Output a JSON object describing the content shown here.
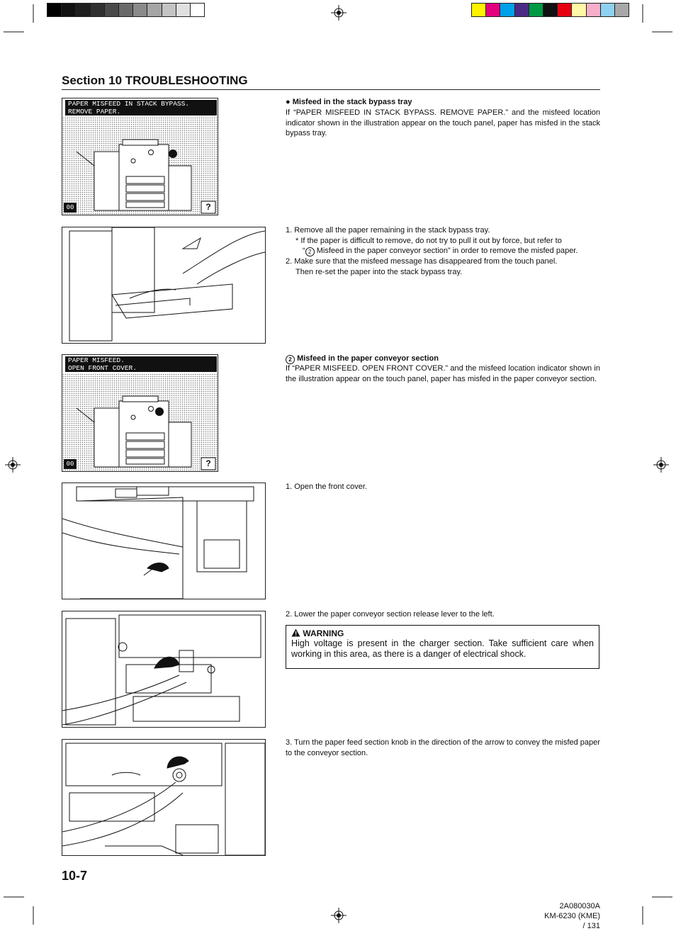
{
  "colors": {
    "grayscale": [
      "#000000",
      "#111111",
      "#1e1e1e",
      "#303030",
      "#4a4a4a",
      "#6a6a6a",
      "#8a8a8a",
      "#a6a6a6",
      "#c4c4c4",
      "#e0e0e0",
      "#ffffff"
    ],
    "process": [
      "#fff200",
      "#e4007f",
      "#00a0e9",
      "#4b2a86",
      "#009944",
      "#111111",
      "#e60012",
      "#fff8a6",
      "#f7aec8",
      "#8fd1f0",
      "#a8a8a8"
    ]
  },
  "section_title": "Section 10  TROUBLESHOOTING",
  "stack_bypass": {
    "heading": "Misfeed in the stack bypass tray",
    "bullet": "●",
    "description": "If “PAPER MISFEED IN STACK BYPASS. REMOVE PAPER.” and the misfeed location indicator shown in the illustration appear on the touch panel, paper has misfed in the stack bypass tray.",
    "panel_line1": "PAPER MISFEED IN STACK BYPASS.",
    "panel_line2": "REMOVE PAPER.",
    "step1": "1. Remove all the paper remaining in the stack bypass tray.",
    "note_a": "* If the paper is difficult to remove, do not try to pull it out by force, but refer to",
    "note_b_pre": "“",
    "note_b_num": "2",
    "note_b_post": " Misfeed in the paper conveyor section”  in order to remove the misfed paper.",
    "step2": "2. Make sure that the misfeed message has disappeared from the touch panel.",
    "step2b": "Then re-set the paper into the stack bypass tray."
  },
  "conveyor": {
    "heading_num": "2",
    "heading": "Misfeed in the paper conveyor section",
    "description": "If “PAPER MISFEED. OPEN FRONT COVER.” and the misfeed location indicator shown in the illustration appear on the touch panel, paper has misfed in the paper conveyor section.",
    "panel_line1": "PAPER MISFEED.",
    "panel_line2": "OPEN FRONT COVER.",
    "step1": "1. Open the front cover.",
    "step2": "2. Lower the paper conveyor section release lever to the left.",
    "warning_title": "WARNING",
    "warning_text": "High voltage is present in the charger section. Take sufficient care when working in this area, as there is a danger of electrical shock.",
    "step3": "3. Turn the paper feed section knob in the direction of the arrow to convey the misfed paper to the conveyor section."
  },
  "panel_buttons": {
    "left": "00",
    "right": "?"
  },
  "page_number": "10-7",
  "footer": {
    "code": "2A080030A",
    "model": "KM-6230 (KME)",
    "page": "/ 131"
  }
}
